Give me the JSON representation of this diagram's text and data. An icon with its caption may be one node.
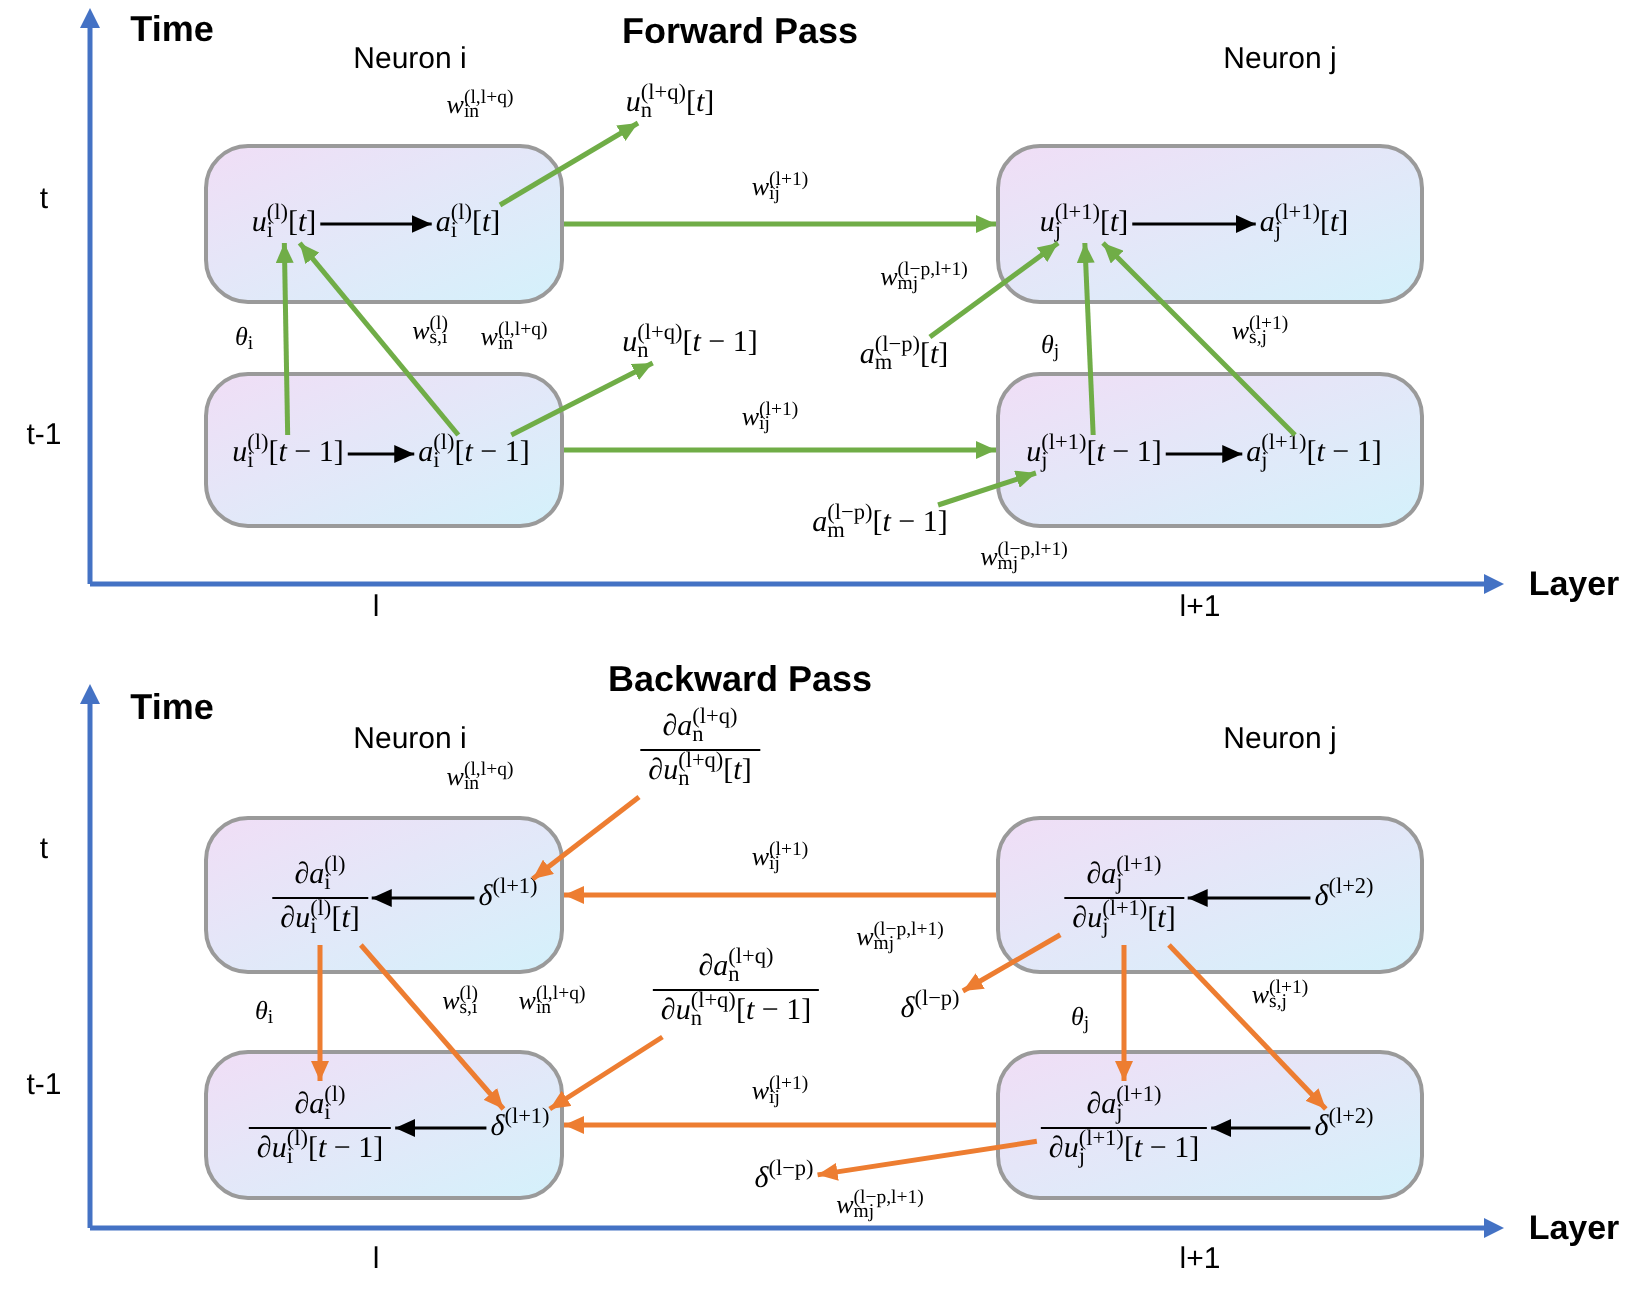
{
  "diagram": {
    "nodes": [
      {
        "text": [],
        "shape": "box"
      },
      {
        "text": [
          "*u*$_{i}$$^{(l)}$[*t*]"
        ],
        "in": 0
      },
      {
        "text": [
          "*a*$_{i}$$^{(l)}$[*t*]"
        ],
        "in": 0
      },
      {
        "text": [
          "*u*$_{n}$$^{(l+q)}$[*t*]"
        ]
      },
      {
        "text": [],
        "shape": "box"
      },
      {
        "text": [
          "*u*$_{j}$$^{(l+1)}$[*t*]"
        ],
        "in": 4
      },
      {
        "text": [
          "*a*$_{j}$$^{(l+1)}$[*t*]"
        ],
        "in": 4
      },
      {
        "text": [
          "*a*$_{m}$$^{(l−p)}$[*t*]"
        ]
      },
      {
        "text": [
          "*u*$_{n}$$^{(l+q)}$[*t* − 1]"
        ]
      },
      {
        "text": [],
        "shape": "box"
      },
      {
        "text": [
          "*u*$_{i}$$^{(l)}$[*t* − 1]"
        ],
        "in": 9
      },
      {
        "text": [
          "*a*$_{i}$$^{(l)}$[*t* − 1]"
        ],
        "in": 9
      },
      {
        "text": [],
        "shape": "box"
      },
      {
        "text": [
          "*u*$_{j}$$^{(l+1)}$[*t* − 1]"
        ],
        "in": 12
      },
      {
        "text": [
          "*a*$_{j}$$^{(l+1)}$[*t* − 1]"
        ],
        "in": 12
      },
      {
        "text": [
          "*a*$_{m}$$^{(l−p)}$[*t* − 1]"
        ]
      },
      {
        "text": [
          "∂*a*$_{n}$$^{(l+q)}$",
          "∂*u*$_{n}$$^{(l+q)}$[*t*]"
        ]
      },
      {
        "text": [],
        "shape": "box"
      },
      {
        "text": [
          "∂*a*$_{i}$$^{(l)}$",
          "∂*u*$_{i}$$^{(l)}$[*t*]"
        ],
        "in": 17
      },
      {
        "text": [
          "*δ*$^{(l+1)}$"
        ],
        "in": 17
      },
      {
        "text": [],
        "shape": "box"
      },
      {
        "text": [
          "∂*a*$_{j}$$^{(l+1)}$",
          "∂*u*$_{j}$$^{(l+1)}$[*t*]"
        ],
        "in": 20
      },
      {
        "text": [
          "*δ*$^{(l+2)}$"
        ],
        "in": 20
      },
      {
        "text": [
          "*δ*$^{(l−p)}$"
        ]
      },
      {
        "text": [
          "∂*a*$_{n}$$^{(l+q)}$",
          "∂*u*$_{n}$$^{(l+q)}$[*t* − 1]"
        ]
      },
      {
        "text": [],
        "shape": "box"
      },
      {
        "text": [
          "∂*a*$_{i}$$^{(l)}$",
          "∂*u*$_{i}$$^{(l)}$[*t* − 1]"
        ],
        "in": 25
      },
      {
        "text": [
          "*δ*$^{(l+1)}$"
        ],
        "in": 25
      },
      {
        "text": [],
        "shape": "box"
      },
      {
        "text": [
          "∂*a*$_{j}$$^{(l+1)}$",
          "∂*u*$_{j}$$^{(l+1)}$[*t* − 1]"
        ],
        "in": 28
      },
      {
        "text": [
          "*δ*$^{(l+2)}$"
        ],
        "in": 28
      },
      {
        "text": [
          "*δ*$^{(l−p)}$"
        ]
      }
    ],
    "edges": [
      {
        "from": 1,
        "to": 2,
        "arrow": "to",
        "color": "#000000"
      },
      {
        "from": 2,
        "to": 3,
        "arrow": "to",
        "label": "*w*$_{in}$$^{(l,l+q)}$"
      },
      {
        "from": 0,
        "to": 4,
        "arrow": "to",
        "label": "*w*$_{ij}$$^{(l+1)}$"
      },
      {
        "from": 5,
        "to": 6,
        "arrow": "to",
        "color": "#000000"
      },
      {
        "from": 7,
        "to": 5,
        "arrow": "to",
        "label": "*w*$_{mj}$$^{(l−p,l+1)}$"
      },
      {
        "from": 10,
        "to": 1,
        "arrow": "to",
        "label": "*θ*$_{i}$"
      },
      {
        "from": 11,
        "to": 1,
        "arrow": "to",
        "label": "*w*$_{s,i}$$^{(l)}$"
      },
      {
        "from": 11,
        "to": 8,
        "arrow": "to",
        "label": "*w*$_{in}$$^{(l,l+q)}$"
      },
      {
        "from": 10,
        "to": 11,
        "arrow": "to",
        "color": "#000000"
      },
      {
        "from": 9,
        "to": 12,
        "arrow": "to",
        "label": "*w*$_{ij}$$^{(l+1)}$"
      },
      {
        "from": 13,
        "to": 5,
        "arrow": "to",
        "label": "*θ*$_{j}$"
      },
      {
        "from": 14,
        "to": 5,
        "arrow": "to",
        "label": "*w*$_{s,j}$$^{(l+1)}$"
      },
      {
        "from": 13,
        "to": 14,
        "arrow": "to",
        "color": "#000000"
      },
      {
        "from": 15,
        "to": 13,
        "arrow": "to",
        "label": "*w*$_{mj}$$^{(l−p,l+1)}$"
      },
      {
        "from": 19,
        "to": 18,
        "arrow": "to",
        "color": "#000000"
      },
      {
        "from": 16,
        "to": 19,
        "arrow": "to",
        "label": "*w*$_{in}$$^{(l,l+q)}$",
        "color": "#ed7d31"
      },
      {
        "from": 20,
        "to": 17,
        "arrow": "to",
        "label": "*w*$_{ij}$$^{(l+1)}$",
        "color": "#ed7d31"
      },
      {
        "from": 22,
        "to": 21,
        "arrow": "to",
        "color": "#000000"
      },
      {
        "from": 21,
        "to": 23,
        "arrow": "to",
        "label": "*w*$_{mj}$$^{(l−p,l+1)}$",
        "color": "#ed7d31"
      },
      {
        "from": 18,
        "to": 26,
        "arrow": "to",
        "label": "*θ*$_{i}$",
        "color": "#ed7d31"
      },
      {
        "from": 18,
        "to": 27,
        "arrow": "to",
        "label": "*w*$_{s,i}$$^{(l)}$",
        "color": "#ed7d31"
      },
      {
        "from": 24,
        "to": 27,
        "arrow": "to",
        "label": "*w*$_{in}$$^{(l,l+q)}$",
        "color": "#ed7d31"
      },
      {
        "from": 27,
        "to": 26,
        "arrow": "to",
        "color": "#000000"
      },
      {
        "from": 28,
        "to": 25,
        "arrow": "to",
        "label": "*w*$_{ij}$$^{(l+1)}$",
        "color": "#ed7d31"
      },
      {
        "from": 21,
        "to": 30,
        "arrow": "to",
        "label": "*w*$_{s,j}$$^{(l+1)}$",
        "color": "#ed7d31"
      },
      {
        "from": 21,
        "to": 29,
        "arrow": "to",
        "label": "*θ*$_{j}$",
        "color": "#ed7d31"
      },
      {
        "from": 30,
        "to": 29,
        "arrow": "to",
        "color": "#000000"
      },
      {
        "from": 29,
        "to": 31,
        "arrow": "to",
        "label": "*w*$_{mj}$$^{(l−p,l+1)}$",
        "color": "#ed7d31"
      }
    ],
    "labels": [
      "Time",
      "Forward Pass",
      "Neuron i",
      "Neuron j",
      "t",
      "t-1",
      "Layer",
      "l",
      "l+1",
      "Time",
      "Backward Pass",
      "Neuron i",
      "Neuron j",
      "t",
      "t-1",
      "Layer",
      "l",
      "l+1"
    ]
  }
}
